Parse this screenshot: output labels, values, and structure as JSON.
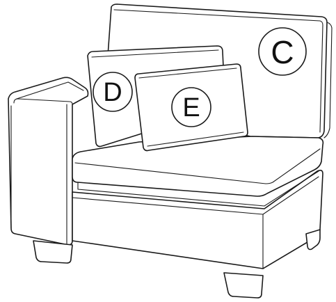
{
  "callouts": {
    "back_cushion": "C",
    "left_pillow": "D",
    "front_pillow": "E"
  },
  "colors": {
    "line": "#1a1a1a",
    "fill": "#ffffff"
  }
}
